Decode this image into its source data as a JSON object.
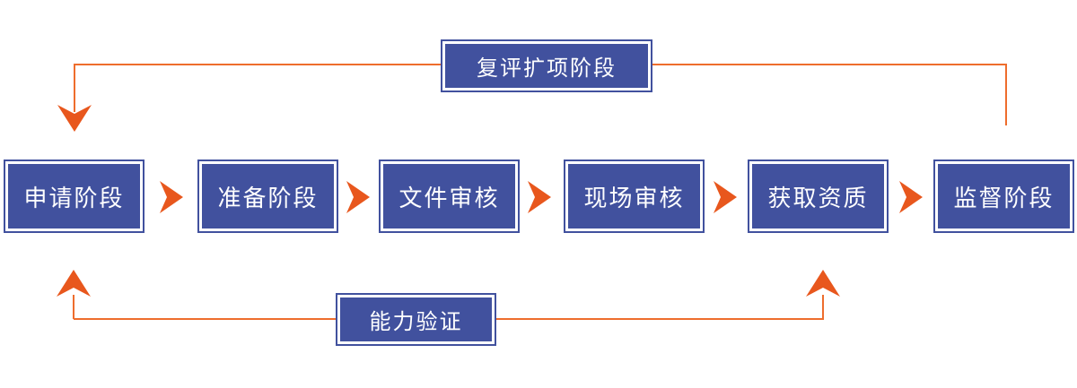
{
  "diagram": {
    "stages": [
      {
        "label": "申请阶段"
      },
      {
        "label": "准备阶段"
      },
      {
        "label": "文件审核"
      },
      {
        "label": "现场审核"
      },
      {
        "label": "获取资质"
      },
      {
        "label": "监督阶段"
      }
    ],
    "feedback_loops": {
      "top": {
        "label": "复评扩项阶段",
        "from": "监督阶段",
        "to": "申请阶段"
      },
      "bottom": {
        "label": "能力验证",
        "to": "申请阶段 / 获取资质"
      }
    },
    "colors": {
      "box_fill": "#41519e",
      "box_border": "#41519e",
      "arrow": "#e8571d",
      "line": "#ee6d2d",
      "text": "#ffffff"
    }
  }
}
